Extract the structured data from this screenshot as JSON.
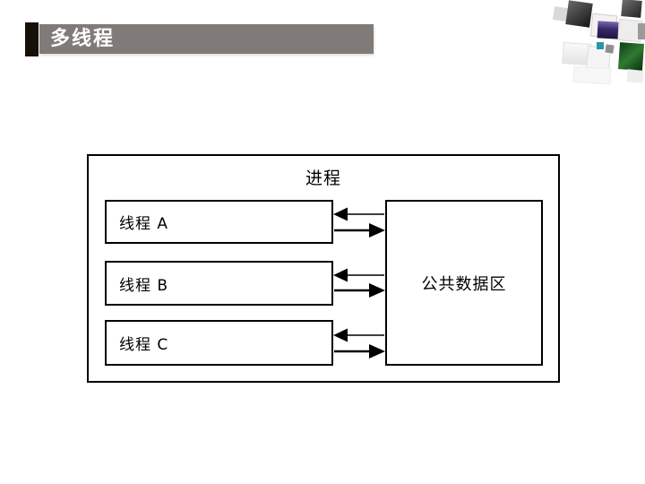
{
  "slide": {
    "title": "多线程"
  },
  "diagram": {
    "process_label": "进程",
    "threads": [
      {
        "label": "线程 A"
      },
      {
        "label": "线程 B"
      },
      {
        "label": "线程 C"
      }
    ],
    "data_area_label": "公共数据区"
  },
  "colors": {
    "title_bar_bg": "#807b78",
    "title_bar_accent": "#171008",
    "title_text": "#ffffff",
    "diagram_line": "#000000",
    "decoration_purple": "#352868",
    "decoration_green": "#2f7a33",
    "decoration_teal": "#2798a7",
    "decoration_dark_gray": "#242424",
    "decoration_light_gray": "#ededed"
  }
}
